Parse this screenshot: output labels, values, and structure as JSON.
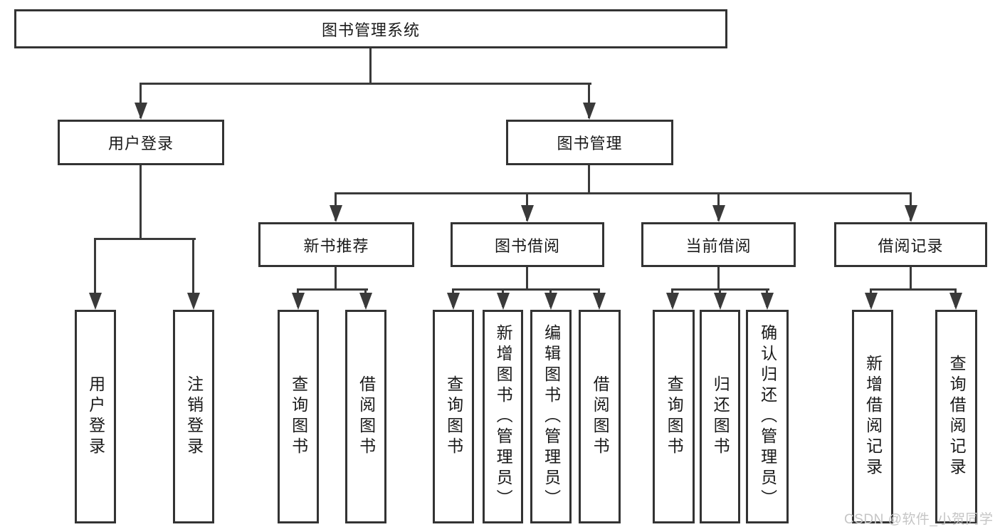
{
  "tree": {
    "root": {
      "label": "图书管理系统"
    },
    "branches": [
      {
        "label": "用户登录",
        "children": [
          {
            "label": "用户登录"
          },
          {
            "label": "注销登录"
          }
        ]
      },
      {
        "label": "图书管理",
        "sections": [
          {
            "label": "新书推荐",
            "children": [
              {
                "label": "查询图书"
              },
              {
                "label": "借阅图书"
              }
            ]
          },
          {
            "label": "图书借阅",
            "children": [
              {
                "label": "查询图书"
              },
              {
                "label": "新增图书（管理员）"
              },
              {
                "label": "编辑图书（管理员）"
              },
              {
                "label": "借阅图书"
              }
            ]
          },
          {
            "label": "当前借阅",
            "children": [
              {
                "label": "查询图书"
              },
              {
                "label": "归还图书"
              },
              {
                "label": "确认归还（管理员）"
              }
            ]
          },
          {
            "label": "借阅记录",
            "children": [
              {
                "label": "新增借阅记录"
              },
              {
                "label": "查询借阅记录"
              }
            ]
          }
        ]
      }
    ]
  },
  "watermark": {
    "text": "CSDN @软件_小贺同学"
  },
  "colors": {
    "line": "#3a3a3a",
    "border": "#333333",
    "text": "#1a1a1a",
    "watermark": "#c5c5c5",
    "background": "#ffffff"
  }
}
